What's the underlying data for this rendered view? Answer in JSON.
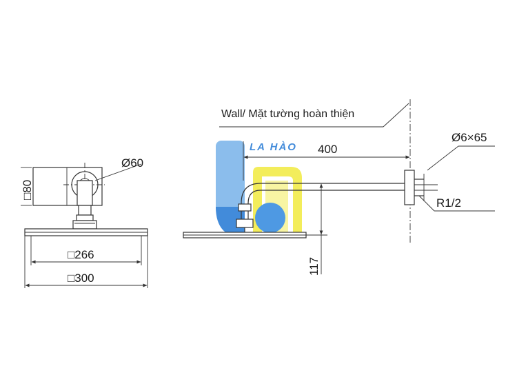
{
  "labels": {
    "wall": "Wall/ Mặt tường hoàn thiện",
    "length": "400",
    "pipe": "Ø6×65",
    "thread": "R1/2",
    "drop": "117",
    "flange_dia": "Ø60",
    "flange_h": "□80",
    "head_inner": "□266",
    "head_outer": "□300"
  },
  "logo": {
    "text": "LA HÀO",
    "colors": {
      "blue": "#2e7fd6",
      "light_blue": "#7fb6ea",
      "yellow": "#f2ec4a",
      "pale_yellow": "#f8f49a"
    }
  }
}
